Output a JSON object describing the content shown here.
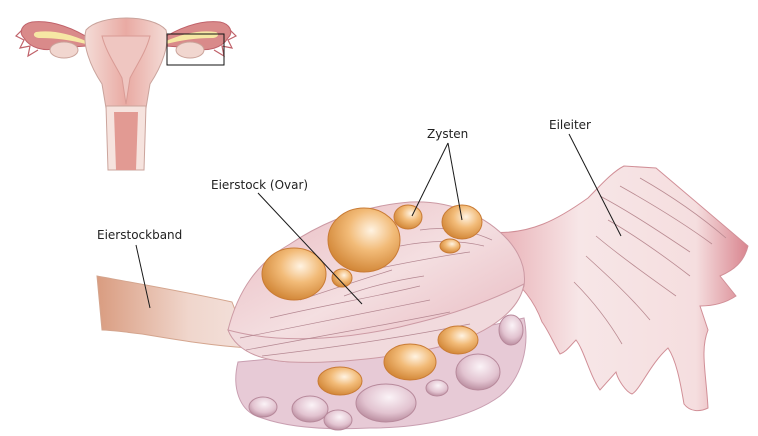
{
  "labels": {
    "ligament": "Eierstockband",
    "ovary": "Eierstock (Ovar)",
    "cysts": "Zysten",
    "tube": "Eileiter"
  },
  "colors": {
    "uterus_pink": "#e8a9a2",
    "uterus_dark": "#c9605a",
    "ovary_body": "#ecc6c9",
    "ovary_dark": "#d9a0ab",
    "cyst_fill": "#e8a24e",
    "cyst_highlight": "#ffe8c8",
    "tube_pink": "#f2cfd0",
    "tube_dark": "#c96e78",
    "ligament": "#d9a183",
    "yellow": "#f6e7a4"
  }
}
